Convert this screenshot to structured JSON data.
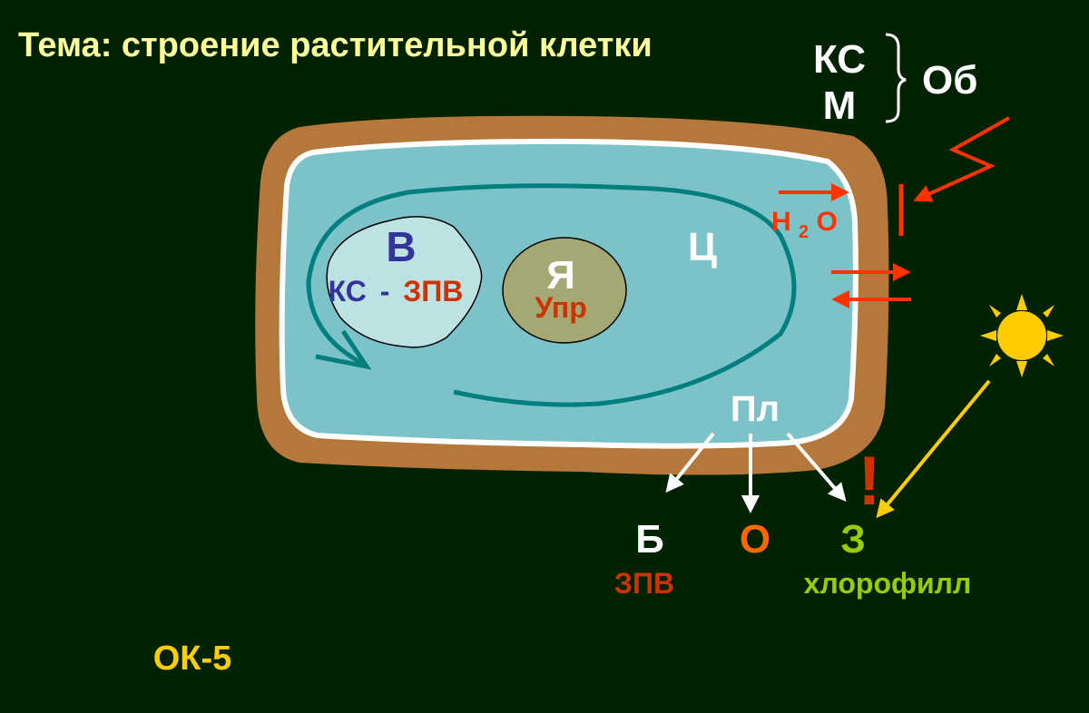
{
  "title": "Тема: строение растительной клетки",
  "footer": "ОК-5",
  "top_right": {
    "ks": "КС",
    "m": "М",
    "ob": "Об"
  },
  "vacuole": {
    "label": "В",
    "ks": "КС",
    "dash": "-",
    "zpv": "ЗПВ"
  },
  "nucleus": {
    "label": "Я",
    "sub": "Упр"
  },
  "cytoplasm_label": "Ц",
  "water": {
    "h": "H",
    "sub": "2",
    "o": "O"
  },
  "plastids_label": "Пл",
  "plastid_types": {
    "b": "Б",
    "b_sub": "ЗПВ",
    "o": "О",
    "z": "З",
    "z_sub": "хлорофилл"
  },
  "exclamation": "!",
  "colors": {
    "background": "#002200",
    "title": "#FFFF99",
    "cell_wall": "#B5773A",
    "cytoplasm": "#7BC3C8",
    "vacuole": "#BDE2E3",
    "nucleus": "#A4A872",
    "cyclosis": "#007F7F",
    "arrows_red": "#FF3300",
    "sun": "#FFCC00",
    "blue_text": "#333399",
    "red_text": "#CC3300",
    "orange": "#FF6600",
    "green": "#99CC00",
    "footer": "#FFCC00"
  }
}
